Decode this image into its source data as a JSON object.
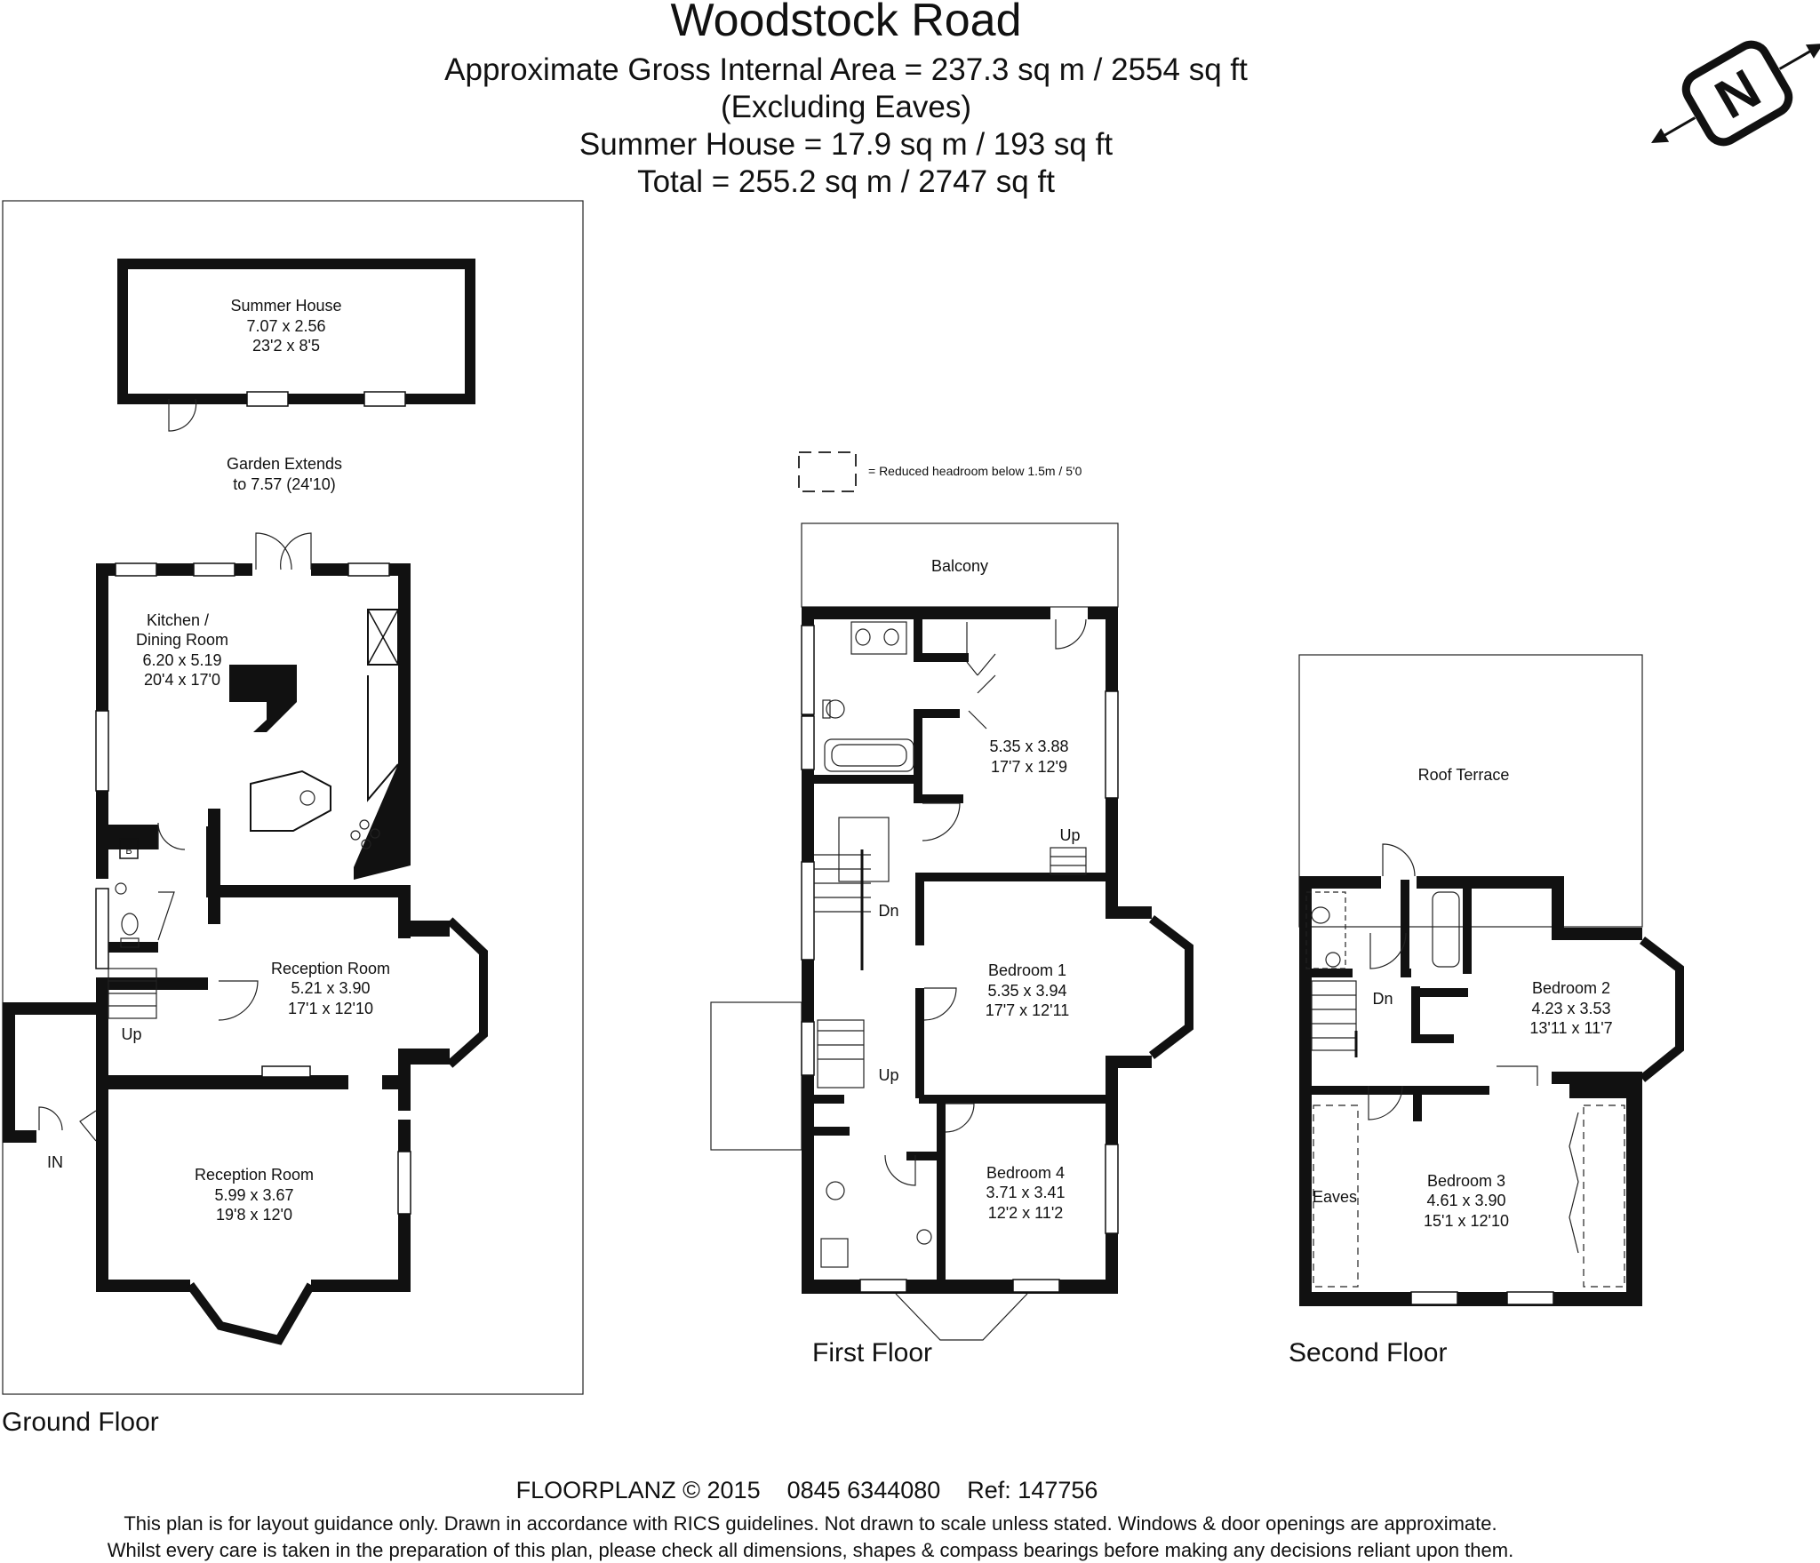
{
  "header": {
    "title": "Woodstock Road",
    "line1": "Approximate Gross Internal Area = 237.3 sq m / 2554 sq ft",
    "line2": "(Excluding Eaves)",
    "line3": "Summer House = 17.9 sq m / 193 sq ft",
    "line4": "Total = 255.2 sq m / 2747 sq ft"
  },
  "compass": {
    "icon": "north-compass-icon",
    "letter": "N"
  },
  "legend": {
    "text": "= Reduced headroom below 1.5m / 5'0"
  },
  "ground_floor": {
    "label": "Ground Floor",
    "summer_house": {
      "name": "Summer House",
      "metric": "7.07 x 2.56",
      "imperial": "23'2 x 8'5"
    },
    "garden": {
      "line1": "Garden Extends",
      "line2": "to 7.57 (24'10)"
    },
    "kitchen": {
      "line1": "Kitchen /",
      "line2": "Dining Room",
      "metric": "6.20 x 5.19",
      "imperial": "20'4 x 17'0"
    },
    "reception_rear": {
      "name": "Reception Room",
      "metric": "5.21 x 3.90",
      "imperial": "17'1 x 12'10"
    },
    "reception_front": {
      "name": "Reception Room",
      "metric": "5.99 x 3.67",
      "imperial": "19'8 x 12'0"
    },
    "boiler": "B",
    "stairs_up": "Up",
    "entrance": "IN"
  },
  "first_floor": {
    "label": "First Floor",
    "balcony": "Balcony",
    "master": {
      "metric": "5.35 x 3.88",
      "imperial": "17'7 x 12'9"
    },
    "bedroom1": {
      "name": "Bedroom 1",
      "metric": "5.35 x 3.94",
      "imperial": "17'7 x 12'11"
    },
    "bedroom4": {
      "name": "Bedroom 4",
      "metric": "3.71 x 3.41",
      "imperial": "12'2 x 11'2"
    },
    "stairs_down": "Dn",
    "stairs_up": "Up",
    "stairs_up_2": "Up"
  },
  "second_floor": {
    "label": "Second Floor",
    "roof_terrace": "Roof Terrace",
    "bedroom2": {
      "name": "Bedroom 2",
      "metric": "4.23 x 3.53",
      "imperial": "13'11 x 11'7"
    },
    "bedroom3": {
      "name": "Bedroom 3",
      "metric": "4.61 x 3.90",
      "imperial": "15'1 x 12'10"
    },
    "eaves": "Eaves",
    "stairs_down": "Dn"
  },
  "footer": {
    "company": "FLOORPLANZ © 2015    0845 6344080    Ref: 147756",
    "disclaimer1": "This plan is for layout guidance only. Drawn in accordance with RICS guidelines. Not drawn to scale unless stated. Windows & door openings are approximate.",
    "disclaimer2": "Whilst every care is taken in the preparation of this plan, please check all dimensions, shapes & compass bearings before making any decisions reliant upon them."
  }
}
